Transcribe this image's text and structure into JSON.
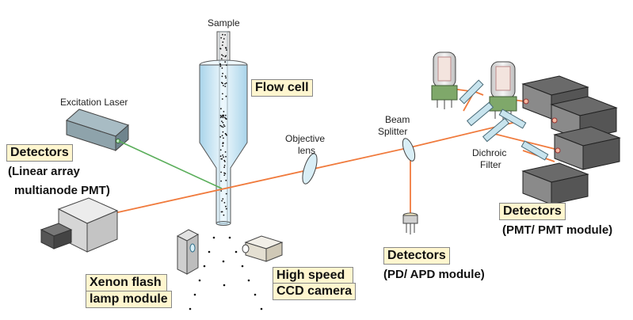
{
  "labels": {
    "sample": "Sample",
    "excitation_laser": "Excitation Laser",
    "objective_lens_1": "Objective",
    "objective_lens_2": "lens",
    "beam_splitter_1": "Beam",
    "beam_splitter_2": "Splitter",
    "dichroic_1": "Dichroic",
    "dichroic_2": "Filter"
  },
  "boxes": {
    "flow_cell": "Flow cell",
    "detectors_left": "Detectors",
    "detectors_left_sub1": "(Linear array",
    "detectors_left_sub2": "multianode PMT)",
    "xenon_1": "Xenon flash",
    "xenon_2": "lamp module",
    "ccd_1": "High speed",
    "ccd_2": "CCD camera",
    "detectors_pd": "Detectors",
    "detectors_pd_sub": "(PD/ APD module)",
    "detectors_pmt": "Detectors",
    "detectors_pmt_sub": "(PMT/ PMT module)"
  },
  "colors": {
    "laser_beam": "#f07a3c",
    "excitation_beam": "#5aae5a",
    "flow_cell_fill": "#d8eef8",
    "label_box": "#fff6cf",
    "pmt_tube_base": "#7fa86a",
    "filter": "#c8e4ee"
  }
}
